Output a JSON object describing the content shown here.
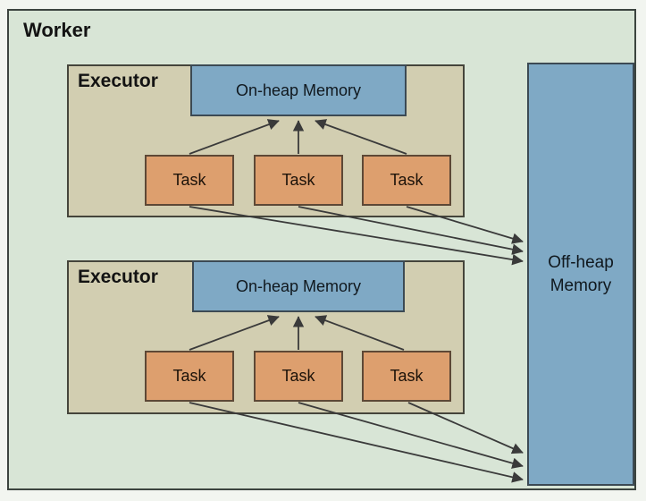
{
  "worker": {
    "label": "Worker"
  },
  "executors": [
    {
      "label": "Executor",
      "onheap_label": "On-heap Memory",
      "tasks": [
        {
          "label": "Task"
        },
        {
          "label": "Task"
        },
        {
          "label": "Task"
        }
      ]
    },
    {
      "label": "Executor",
      "onheap_label": "On-heap Memory",
      "tasks": [
        {
          "label": "Task"
        },
        {
          "label": "Task"
        },
        {
          "label": "Task"
        }
      ]
    }
  ],
  "offheap": {
    "label": "Off-heap Memory"
  },
  "colors": {
    "worker_bg": "#d8e5d6",
    "executor_bg": "#d2ceb1",
    "task_bg": "#dd9f6e",
    "memory_bg": "#7fa9c5",
    "border": "#3c443f",
    "arrow": "#3a3a3a",
    "text": "#131313"
  }
}
